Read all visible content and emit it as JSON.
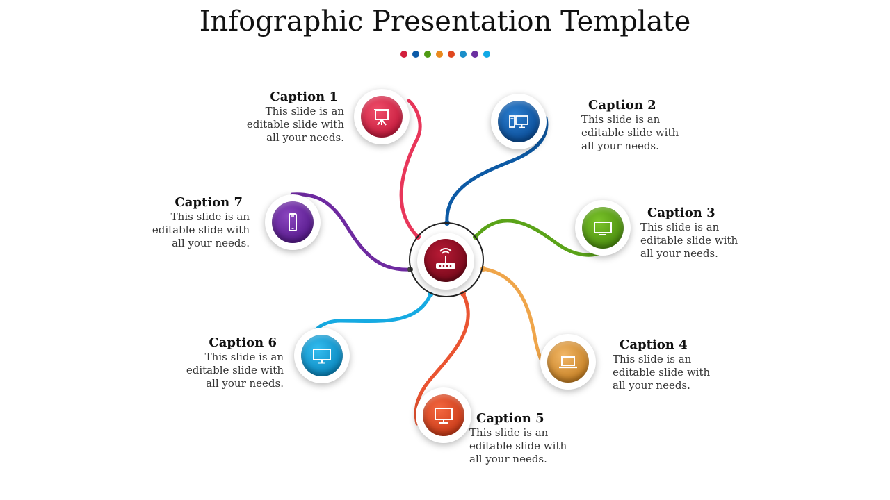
{
  "title": "Infographic Presentation Template",
  "dot_colors": [
    "#d21f3c",
    "#0b5aa8",
    "#4f9a13",
    "#e98a1e",
    "#e0471f",
    "#1a8ec9",
    "#6b2fa0",
    "#10a9e6"
  ],
  "hub": {
    "icon": "wifi-router-icon",
    "color": "#9b1228"
  },
  "captions": [
    {
      "heading": "Caption 1",
      "line1": "This slide is an",
      "line2": "editable slide with",
      "line3": "all your needs.",
      "icon": "presentation-board-icon",
      "color": "#e0304e"
    },
    {
      "heading": "Caption 2",
      "line1": "This slide is an",
      "line2": "editable slide with",
      "line3": "all your needs.",
      "icon": "desktop-computer-icon",
      "color": "#0d5fb0"
    },
    {
      "heading": "Caption 3",
      "line1": "This slide is an",
      "line2": "editable slide with",
      "line3": "all your needs.",
      "icon": "monitor-icon",
      "color": "#5aa318"
    },
    {
      "heading": "Caption 4",
      "line1": "This slide is an",
      "line2": "editable slide with",
      "line3": "all your needs.",
      "icon": "laptop-icon",
      "color": "#e8a040"
    },
    {
      "heading": "Caption 5",
      "line1": "This slide is an",
      "line2": "editable slide with",
      "line3": "all your needs.",
      "icon": "monitor-icon",
      "color": "#e8502e"
    },
    {
      "heading": "Caption 6",
      "line1": "This slide is an",
      "line2": "editable slide with",
      "line3": "all your needs.",
      "icon": "monitor-icon",
      "color": "#14a2dc"
    },
    {
      "heading": "Caption 7",
      "line1": "This slide is an",
      "line2": "editable slide with",
      "line3": "all your needs.",
      "icon": "smartphone-icon",
      "color": "#6a2a9e"
    }
  ]
}
